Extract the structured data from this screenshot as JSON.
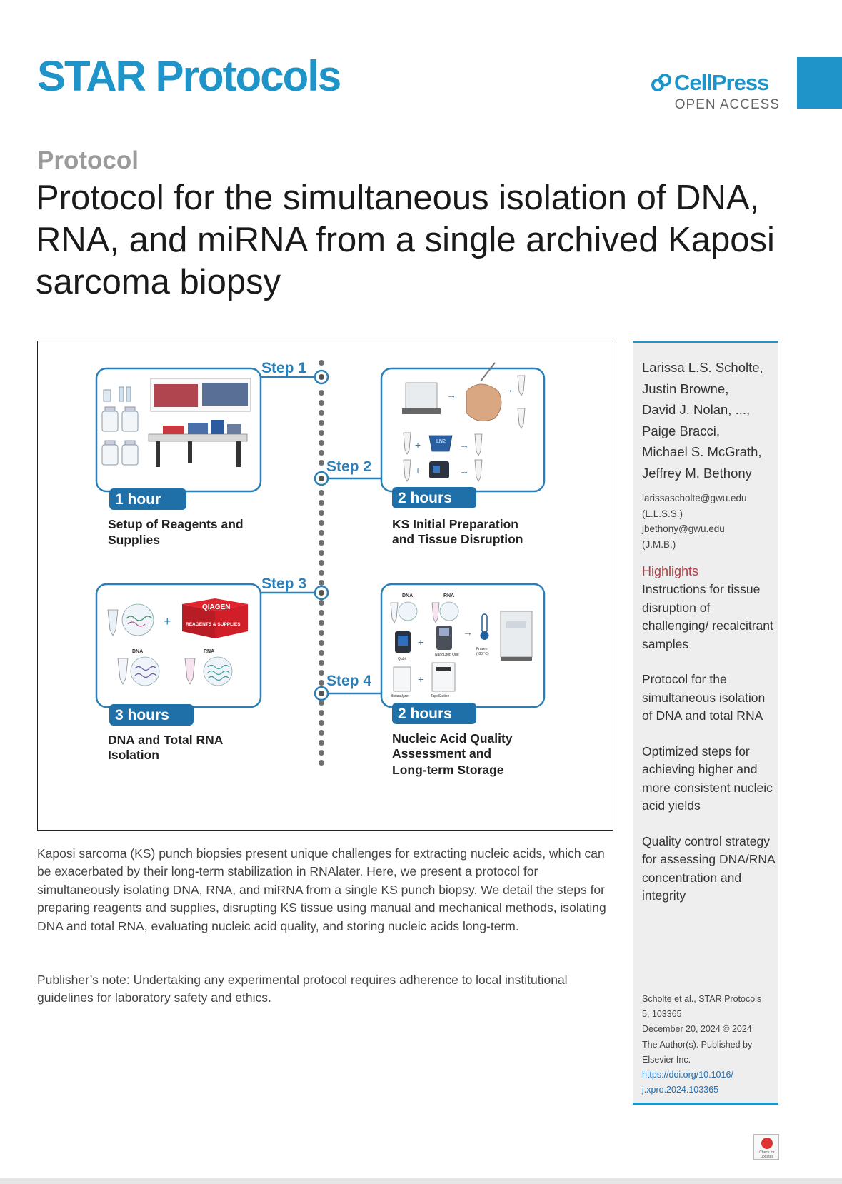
{
  "header": {
    "journal": "STAR Protocols",
    "publisher_logo": "CellPress",
    "publisher_sub": "OPEN ACCESS"
  },
  "article": {
    "type": "Protocol",
    "title": "Protocol for the simultaneous isolation of DNA, RNA, and miRNA from a single archived Kaposi sarcoma biopsy"
  },
  "graphical_abstract": {
    "steps": [
      {
        "label": "Step 1",
        "duration": "1 hour",
        "caption_lines": [
          "Setup of Reagents and",
          "Supplies"
        ]
      },
      {
        "label": "Step 2",
        "duration": "2 hours",
        "caption_lines": [
          "KS Initial Preparation",
          "and Tissue Disruption"
        ]
      },
      {
        "label": "Step 3",
        "duration": "3 hours",
        "caption_lines": [
          "DNA and Total RNA",
          "Isolation"
        ]
      },
      {
        "label": "Step 4",
        "duration": "2 hours",
        "caption_lines": [
          "Nucleic Acid Quality",
          "Assessment and",
          "Long-term Storage"
        ]
      }
    ],
    "image_text": {
      "qiagen": "QIAGEN",
      "reagents": "REAGENTS & SUPPLIES",
      "dna": "DNA",
      "rna": "RNA",
      "ln2": "LN2",
      "frozen": "Frozen",
      "frozen_temp": "(-80 °C)",
      "qubit": "Qubit",
      "nanodrop": "NanoDrop One",
      "bioanalyzer": "Bioanalyzer",
      "tapestation": "TapeStation"
    },
    "colors": {
      "accent": "#2a7fb8",
      "badge": "#1f6fa8",
      "dots": "#707070"
    }
  },
  "sidebar": {
    "authors": [
      "Larissa L.S. Scholte,",
      "Justin Browne,",
      "David J. Nolan, ...,",
      "Paige Bracci,",
      "Michael S. McGrath,",
      "Jeffrey M. Bethony"
    ],
    "emails": [
      "larissascholte@gwu.edu",
      "(L.L.S.S.)",
      "jbethony@gwu.edu",
      "(J.M.B.)"
    ],
    "highlights_title": "Highlights",
    "highlights": [
      "Instructions for tissue disruption of challenging/ recalcitrant samples",
      "Protocol for the simultaneous isolation of DNA and total RNA",
      "Optimized steps for achieving higher and more consistent nucleic acid yields",
      "Quality control strategy for assessing DNA/RNA concentration and integrity"
    ],
    "citation_lines": [
      "Scholte et al., STAR Protocols",
      "5, 103365",
      "December 20, 2024 © 2024",
      "The Author(s). Published by",
      "Elsevier Inc."
    ],
    "doi_lines": [
      "https://doi.org/10.1016/",
      "j.xpro.2024.103365"
    ]
  },
  "summary": "Kaposi sarcoma (KS) punch biopsies present unique challenges for extracting nucleic acids, which can be exacerbated by their long-term stabilization in RNAlater. Here, we present a protocol for simultaneously isolating DNA, RNA, and miRNA from a single KS punch biopsy. We detail the steps for preparing reagents and supplies, disrupting KS tissue using manual and mechanical methods, isolating DNA and total RNA, evaluating nucleic acid quality, and storing nucleic acids long-term.",
  "publisher_note": "Publisher’s note: Undertaking any experimental protocol requires adherence to local institutional guidelines for laboratory safety and ethics.",
  "check_badge": "Check for updates",
  "icons": [
    "cellpress-logo-icon",
    "check-for-updates-icon"
  ]
}
